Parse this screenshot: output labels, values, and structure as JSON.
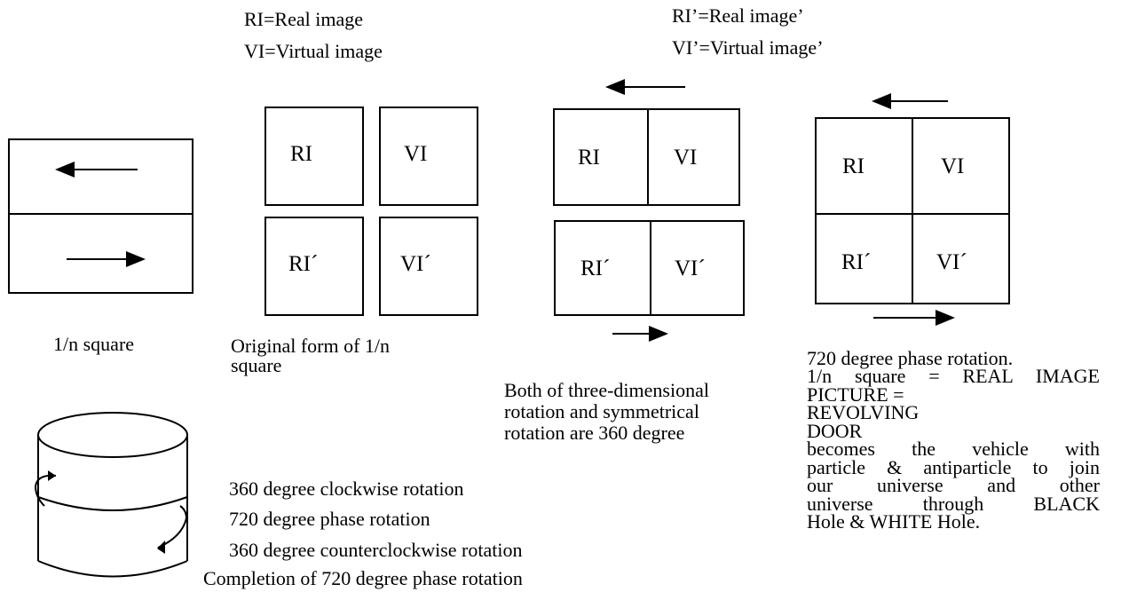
{
  "legend_left": {
    "line1": "RI=Real image",
    "line2": "VI=Virtual image"
  },
  "legend_right": {
    "line1": "RI’=Real image’",
    "line2": "VI’=Virtual image’"
  },
  "panels": {
    "square": {
      "caption": "1/n square"
    },
    "original": {
      "ri": "RI",
      "vi": "VI",
      "ri_prime": "RI´",
      "vi_prime": "VI´",
      "caption_line1": "Original form of 1/n",
      "caption_line2": "square"
    },
    "split": {
      "ri": "RI",
      "vi": "VI",
      "ri_prime": "RI´",
      "vi_prime": "VI´",
      "caption_line1": "Both of three-dimensional",
      "caption_line2": "rotation and symmetrical",
      "caption_line3": "rotation are 360 degree"
    },
    "combined": {
      "ri": "RI",
      "vi": "VI",
      "ri_prime": "RI´",
      "vi_prime": "VI´",
      "caption": {
        "l1": "720 degree phase rotation.",
        "l2": "1/n square = REAL IMAGE",
        "l3": "PICTURE =",
        "l4": "REVOLVING DOOR",
        "l5": "becomes the vehicle with",
        "l6": "particle & antiparticle to join",
        "l7": "our universe and other",
        "l8": "universe through BLACK",
        "l9": "Hole & WHITE Hole."
      }
    }
  },
  "rotation_list": {
    "item1": "360 degree clockwise rotation",
    "item2": "720 degree phase rotation",
    "item3": "360 degree counterclockwise rotation",
    "completion": "Completion of 720 degree phase rotation"
  }
}
